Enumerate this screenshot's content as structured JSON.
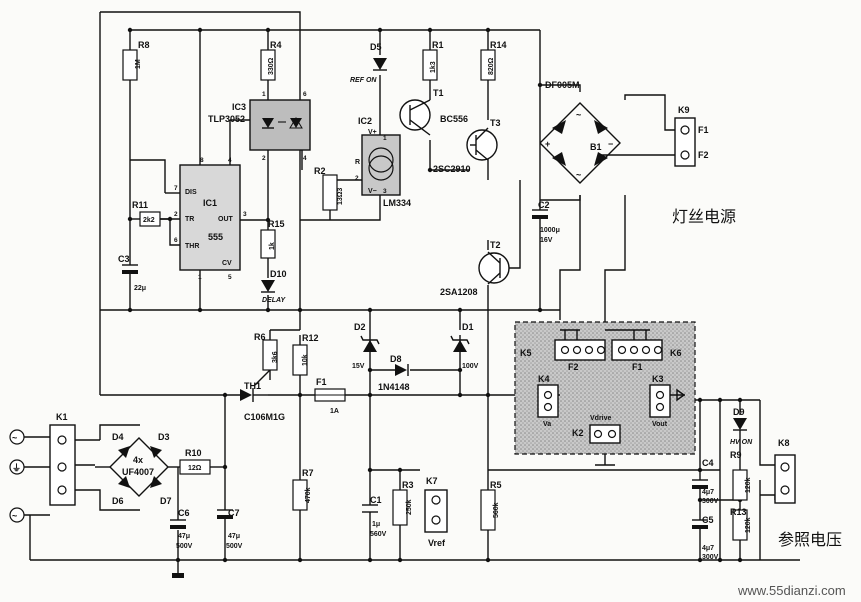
{
  "captions": {
    "filament_supply": "灯丝电源",
    "reference_voltage": "参照电压",
    "watermark": "www.55dianzi.com"
  },
  "ic": {
    "ic1": {
      "ref": "IC1",
      "part": "555"
    },
    "ic2": {
      "ref": "IC2",
      "part": "LM334"
    },
    "ic3": {
      "ref": "IC3",
      "part": "TLP3052"
    }
  },
  "ic1_pins": {
    "dis": "DIS",
    "tr": "TR",
    "thr": "THR",
    "out": "OUT",
    "cv": "CV",
    "n1": "1",
    "n2": "2",
    "n3": "3",
    "n4": "4",
    "n5": "5",
    "n6": "6",
    "n7": "7",
    "n8": "8"
  },
  "ic2_pins": {
    "vplus": "V+",
    "r": "R",
    "vminus": "V−",
    "n1": "1",
    "n2": "2",
    "n3": "3"
  },
  "ic3_pins": {
    "n1": "1",
    "n2": "2",
    "n4": "4",
    "n6": "6"
  },
  "transistors": {
    "t1": {
      "ref": "T1",
      "part": "BC556"
    },
    "t2": {
      "ref": "T2",
      "part": "2SA1208"
    },
    "t3": {
      "ref": "T3",
      "part": "2SC2910"
    },
    "th1": {
      "ref": "TH1",
      "part": "C106M1G"
    }
  },
  "resistors": {
    "r1": {
      "ref": "R1",
      "value": "1k3"
    },
    "r2": {
      "ref": "R2",
      "value": "13Ω3"
    },
    "r3": {
      "ref": "R3",
      "value": "250k"
    },
    "r4": {
      "ref": "R4",
      "value": "330Ω"
    },
    "r5": {
      "ref": "R5",
      "value": "560k"
    },
    "r6": {
      "ref": "R6",
      "value": "3k6"
    },
    "r7": {
      "ref": "R7",
      "value": "470k"
    },
    "r8": {
      "ref": "R8",
      "value": "1M"
    },
    "r9": {
      "ref": "R9",
      "value": "120k"
    },
    "r10": {
      "ref": "R10",
      "value": "12Ω"
    },
    "r11": {
      "ref": "R11",
      "value": "2k2"
    },
    "r12": {
      "ref": "R12",
      "value": "10k"
    },
    "r13": {
      "ref": "R13",
      "value": "120k"
    },
    "r14": {
      "ref": "R14",
      "value": "820Ω"
    },
    "r15": {
      "ref": "R15",
      "value": "1k"
    }
  },
  "capacitors": {
    "c1": {
      "ref": "C1",
      "value": "1μ",
      "rating": "560V"
    },
    "c2": {
      "ref": "C2",
      "value": "1000μ",
      "rating": "16V"
    },
    "c3": {
      "ref": "C3",
      "value": "22μ"
    },
    "c4": {
      "ref": "C4",
      "value": "4μ7",
      "rating": "300V"
    },
    "c5": {
      "ref": "C5",
      "value": "4μ7",
      "rating": "300V"
    },
    "c6": {
      "ref": "C6",
      "value": "47μ",
      "rating": "500V"
    },
    "c7": {
      "ref": "C7",
      "value": "47μ",
      "rating": "500V"
    }
  },
  "diodes": {
    "d1": {
      "ref": "D1",
      "value": "100V"
    },
    "d2": {
      "ref": "D2",
      "value": "15V"
    },
    "d5": {
      "ref": "D5",
      "label": "REF ON"
    },
    "d8": {
      "ref": "D8",
      "part": "1N4148"
    },
    "d9": {
      "ref": "D9",
      "label": "HV ON"
    },
    "d10": {
      "ref": "D10",
      "label": "DELAY"
    },
    "bridge_main": {
      "d3": "D3",
      "d4": "D4",
      "d6": "D6",
      "d7": "D7",
      "count": "4x",
      "part": "UF4007"
    },
    "bridge_b1": {
      "ref": "B1",
      "part": "DF005M"
    }
  },
  "fuse": {
    "ref": "F1",
    "value": "1A"
  },
  "connectors": {
    "k1": "K1",
    "k2": "K2",
    "k3": "K3",
    "k4": "K4",
    "k5": "K5",
    "k6": "K6",
    "k7": "K7",
    "k8": "K8",
    "k9": "K9",
    "k9_f1": "F1",
    "k9_f2": "F2",
    "k5_f": "F2",
    "k6_f": "F1",
    "k2_label": "V<sub>drive</sub>",
    "k2_text": "Vdrive",
    "k3_text": "Vout",
    "k4_text": "Va",
    "k7_text": "Vref"
  },
  "symbols": {
    "ac": "~",
    "plus": "+",
    "minus": "−",
    "ground": "⏚"
  }
}
